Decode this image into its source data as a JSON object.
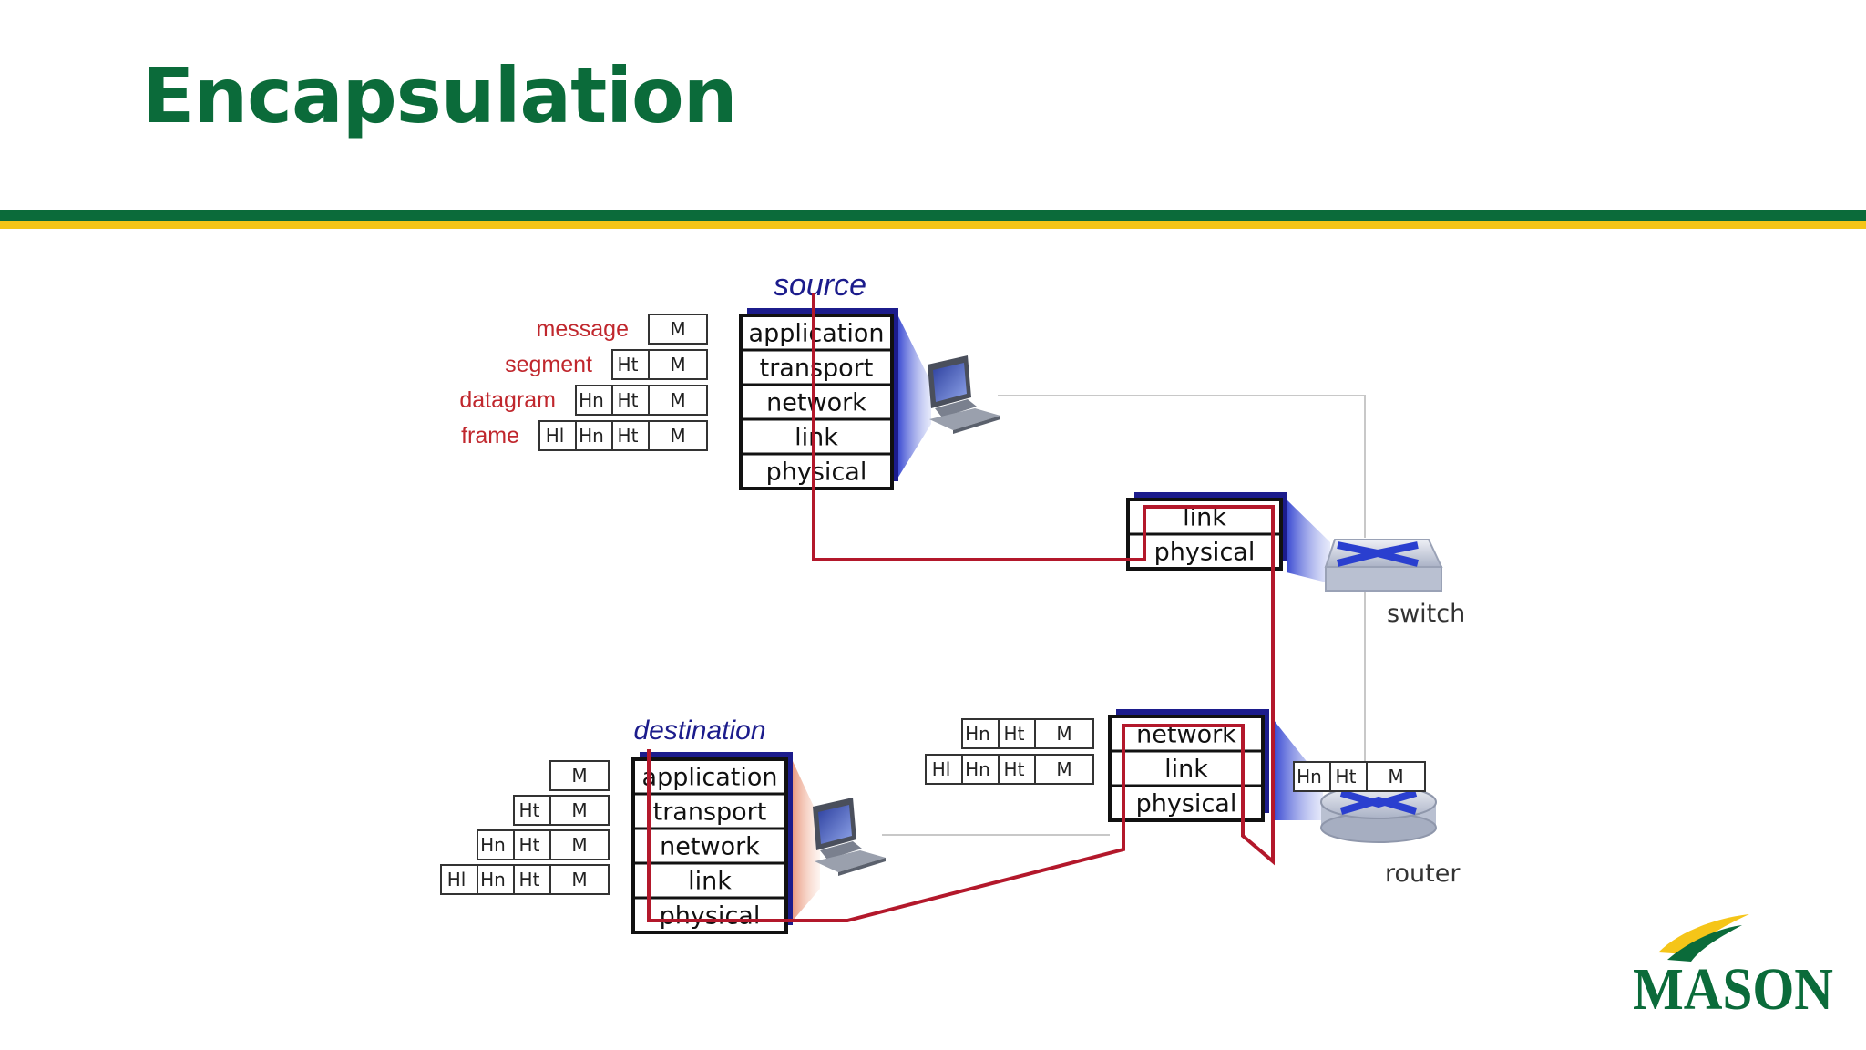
{
  "slide": {
    "title": "Encapsulation",
    "colors": {
      "green": "#0b6b3a",
      "gold": "#f5c518",
      "red": "#b3182b",
      "navy": "#1c1c8c",
      "label_red": "#c0272d"
    }
  },
  "legend": {
    "rows": [
      {
        "label": "message",
        "cells": [
          "M"
        ]
      },
      {
        "label": "segment",
        "cells": [
          "Ht",
          "M"
        ]
      },
      {
        "label": "datagram",
        "cells": [
          "Hn",
          "Ht",
          "M"
        ]
      },
      {
        "label": "frame",
        "cells": [
          "Hl",
          "Hn",
          "Ht",
          "M"
        ]
      }
    ]
  },
  "source": {
    "label": "source",
    "layers": [
      "application",
      "transport",
      "network",
      "link",
      "physical"
    ]
  },
  "switch": {
    "label": "switch",
    "layers": [
      "link",
      "physical"
    ]
  },
  "router": {
    "label": "router",
    "layers": [
      "network",
      "link",
      "physical"
    ],
    "left_headers": [
      [
        "Hn",
        "Ht",
        "M"
      ],
      [
        "Hl",
        "Hn",
        "Ht",
        "M"
      ]
    ],
    "right_headers": [
      "Hn",
      "Ht",
      "M"
    ]
  },
  "destination": {
    "label": "destination",
    "layers": [
      "application",
      "transport",
      "network",
      "link",
      "physical"
    ],
    "headers": [
      [
        "M"
      ],
      [
        "Ht",
        "M"
      ],
      [
        "Hn",
        "Ht",
        "M"
      ],
      [
        "Hl",
        "Hn",
        "Ht",
        "M"
      ]
    ]
  },
  "logo": {
    "text": "MASON"
  }
}
